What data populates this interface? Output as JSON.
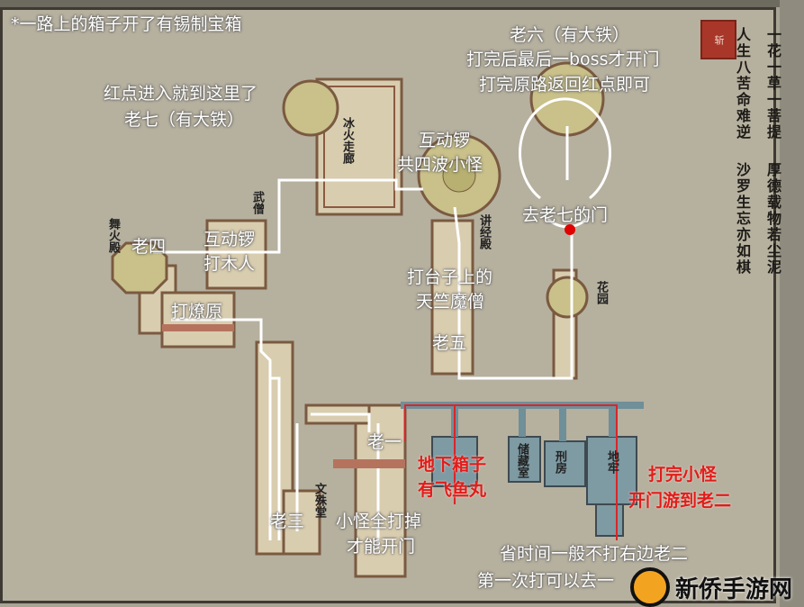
{
  "annotations": {
    "chests_note": "*一路上的箱子开了有锡制宝箱",
    "boss6": "老六（有大铁）",
    "boss6_note1": "打完后最后一boss才开门",
    "boss6_note2": "打完原路返回红点即可",
    "red_dot_note": "红点进入就到这里了",
    "boss7": "老七（有大铁）",
    "gong1": "互动锣",
    "waves": "共四波小怪",
    "door7": "去老七的门",
    "boss4": "老四",
    "gong2": "互动锣",
    "wooden_man": "打木人",
    "liaoyuan": "打燎原",
    "platform1": "打台子上的",
    "platform2": "天竺魔僧",
    "boss5": "老五",
    "boss1": "老一",
    "boss3": "老三",
    "minions1": "小怪全打掉",
    "minions2": "才能开门",
    "underground1": "地下箱子",
    "underground2": "有飞鱼丸",
    "swim1": "打完小怪",
    "swim2": "开门游到老二",
    "skip1": "省时间一般不打右边老二",
    "skip2": "第一次打可以去一"
  },
  "rooms": {
    "ice_fire": "冰火走廊",
    "wuseng": "武僧",
    "wuhuo": "舞火殿",
    "jiangjing": "讲经殿",
    "garden": "花园",
    "storage": "储藏室",
    "torture": "刑房",
    "dungeon": "地牢",
    "wenshu": "文殊堂"
  },
  "poem": {
    "col1": "一花一草一菩提",
    "col2": "厚德载物若尘泥",
    "col3": "人生八苦命难逆",
    "col4": "沙罗生忘亦如棋"
  },
  "watermark": "新侨手游网",
  "colors": {
    "corridor": "#d9cdb0",
    "water": "#6f8f99",
    "route": "#ffffff",
    "red_route": "#d9262a",
    "red_dot": "#e00000"
  }
}
